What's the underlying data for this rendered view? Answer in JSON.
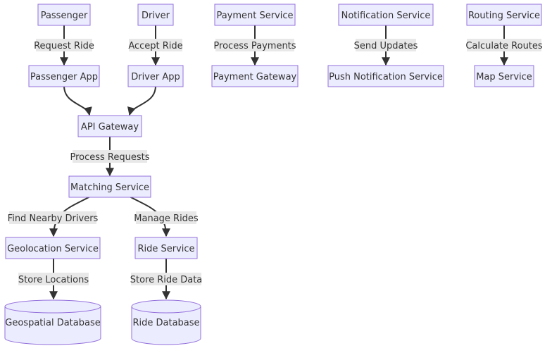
{
  "diagram": {
    "nodes": {
      "passenger": "Passenger",
      "driver": "Driver",
      "payment_service": "Payment Service",
      "notification_service": "Notification Service",
      "routing_service": "Routing Service",
      "passenger_app": "Passenger App",
      "driver_app": "Driver App",
      "payment_gateway": "Payment Gateway",
      "push_notification_service": "Push Notification Service",
      "map_service": "Map Service",
      "api_gateway": "API Gateway",
      "matching_service": "Matching Service",
      "geolocation_service": "Geolocation Service",
      "ride_service": "Ride Service",
      "geospatial_database": "Geospatial Database",
      "ride_database": "Ride Database"
    },
    "edges": {
      "request_ride": "Request Ride",
      "accept_ride": "Accept Ride",
      "process_payments": "Process Payments",
      "send_updates": "Send Updates",
      "calculate_routes": "Calculate Routes",
      "process_requests": "Process Requests",
      "find_nearby_drivers": "Find Nearby Drivers",
      "manage_rides": "Manage Rides",
      "store_locations": "Store Locations",
      "store_ride_data": "Store Ride Data"
    }
  }
}
